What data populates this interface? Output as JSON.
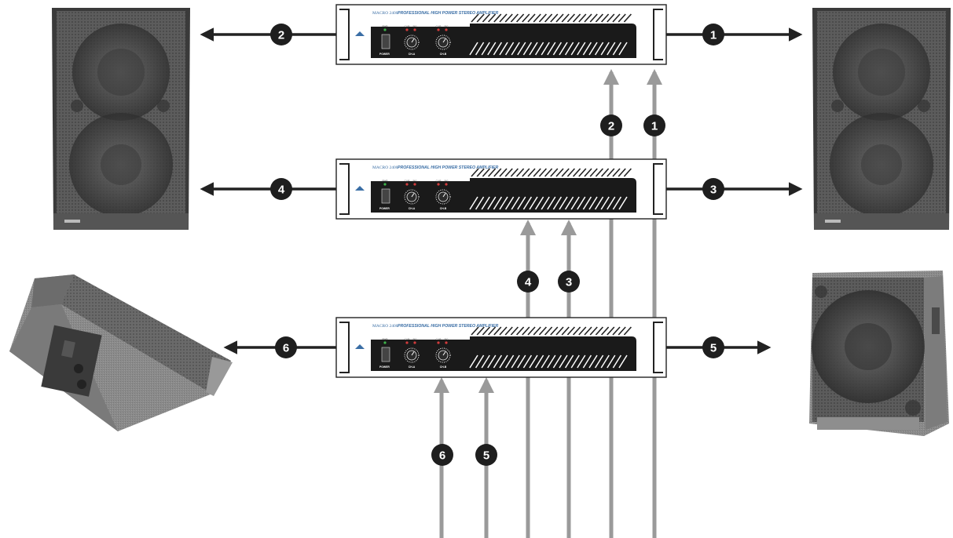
{
  "amplifier": {
    "brand": "MACRO 2400",
    "title": "PROFESSIONAL HIGH POWER STEREO AMPLIFIER",
    "power_label": "POWER",
    "ch_a_label": "CH-A",
    "ch_b_label": "CH-B",
    "led_labels": [
      "PWR",
      "CLIP",
      "SIG",
      "CLIP",
      "SIG"
    ]
  },
  "inputs": {
    "amp1": [
      "2",
      "1"
    ],
    "amp2": [
      "4",
      "3"
    ],
    "amp3": [
      "6",
      "5"
    ]
  },
  "outputs": {
    "amp1_left": "2",
    "amp1_right": "1",
    "amp2_left": "4",
    "amp2_right": "3",
    "amp3_left": "6",
    "amp3_right": "5"
  },
  "colors": {
    "arrow_dark": "#222222",
    "input_line": "#9a9a9a",
    "badge": "#1e1e1e",
    "speaker_body": "#7a7a7a",
    "amp_panel": "#1a1a1a"
  },
  "speakers": [
    {
      "icon": "full-range-speaker-icon",
      "position": "top-left"
    },
    {
      "icon": "full-range-speaker-icon",
      "position": "top-right"
    },
    {
      "icon": "floor-monitor-icon",
      "position": "bottom-left"
    },
    {
      "icon": "subwoofer-icon",
      "position": "bottom-right"
    }
  ]
}
